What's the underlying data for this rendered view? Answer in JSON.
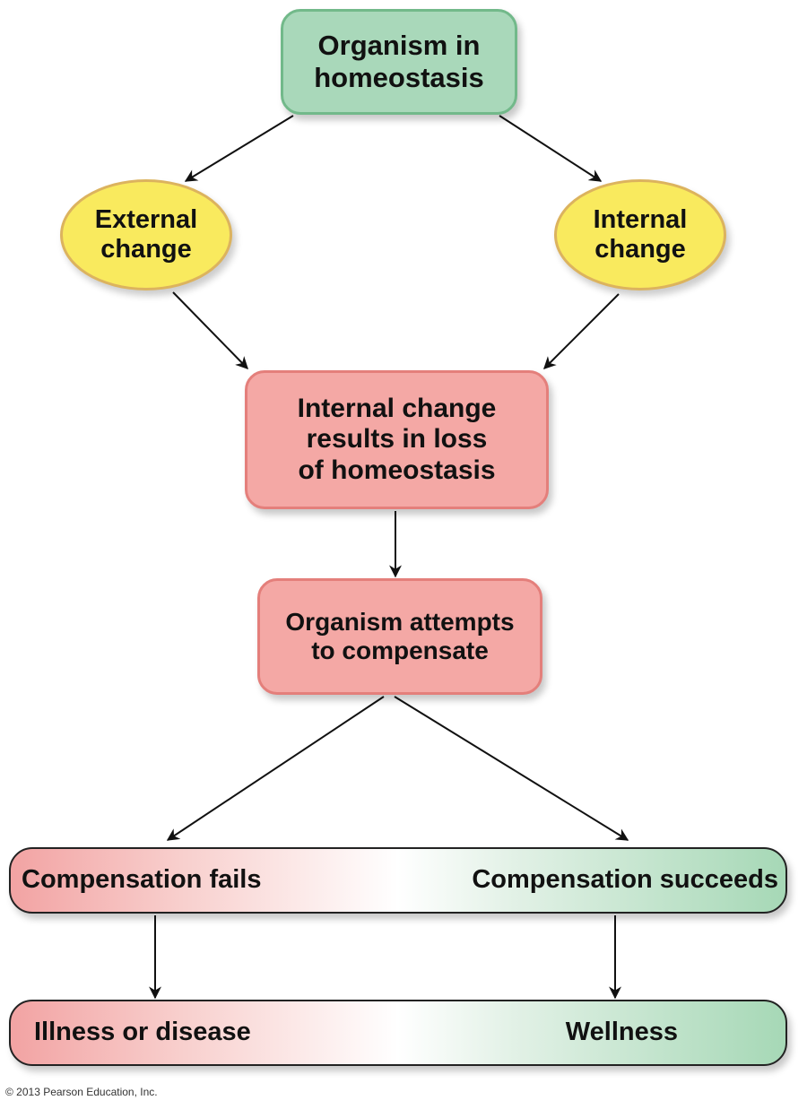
{
  "title": "Homeostasis and compensation flowchart",
  "nodes": {
    "top": {
      "line1": "Organism in",
      "line2": "homeostasis",
      "color": "#a9d8ba"
    },
    "external": {
      "line1": "External",
      "line2": "change",
      "color": "#f9ea5e"
    },
    "internal": {
      "line1": "Internal",
      "line2": "change",
      "color": "#f9ea5e"
    },
    "loss": {
      "line1": "Internal change",
      "line2": "results in loss",
      "line3": "of homeostasis",
      "color": "#f4a8a5"
    },
    "attempt": {
      "line1": "Organism attempts",
      "line2": "to compensate",
      "color": "#f4a8a5"
    },
    "compensation": {
      "fails": "Compensation fails",
      "succeeds": "Compensation succeeds"
    },
    "outcome": {
      "illness": "Illness or disease",
      "wellness": "Wellness"
    }
  },
  "edges": [
    {
      "from": "top",
      "to": "external"
    },
    {
      "from": "top",
      "to": "internal"
    },
    {
      "from": "external",
      "to": "loss"
    },
    {
      "from": "internal",
      "to": "loss"
    },
    {
      "from": "loss",
      "to": "attempt"
    },
    {
      "from": "attempt",
      "to": "compensation-fails"
    },
    {
      "from": "attempt",
      "to": "compensation-succeeds"
    },
    {
      "from": "compensation-fails",
      "to": "illness"
    },
    {
      "from": "compensation-succeeds",
      "to": "wellness"
    }
  ],
  "copyright": "© 2013 Pearson Education, Inc."
}
